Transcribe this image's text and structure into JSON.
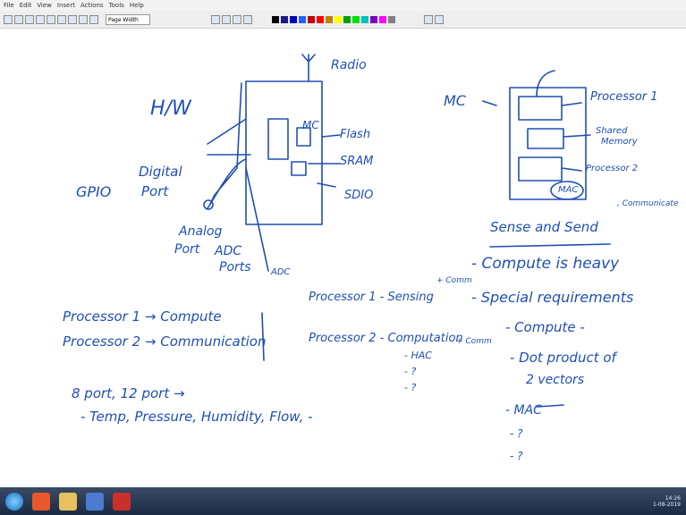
{
  "menu": {
    "items": [
      "File",
      "Edit",
      "View",
      "Insert",
      "Actions",
      "Tools",
      "Help"
    ]
  },
  "toolbar": {
    "page_width": "Page Width",
    "swatch_colors": [
      "#000000",
      "#1a1a80",
      "#0000c0",
      "#2060ff",
      "#c00000",
      "#ff0000",
      "#c08000",
      "#ffff00",
      "#00a000",
      "#00e000",
      "#00c0c0",
      "#8000c0",
      "#ff00ff",
      "#808080"
    ]
  },
  "notes": {
    "hw": "H/W",
    "radio": "Radio",
    "mc_label": "MC",
    "flash": "Flash",
    "sram": "SRAM",
    "sdio": "SDIO",
    "gpio": "GPIO",
    "digital_port_1": "Digital",
    "digital_port_2": "Port",
    "analog_1": "Analog",
    "analog_2": "Port",
    "adc_ports_1": "ADC",
    "adc_ports_2": "Ports",
    "adc": "ADC",
    "mc_right": "MC",
    "processor1": "Processor 1",
    "shared_1": "Shared",
    "shared_2": "Memory",
    "processor2": "Processor 2",
    "mac_box": "MAC",
    "communicate": ", Communicate",
    "sense_send": "Sense and Send",
    "compute_heavy": "- Compute is heavy",
    "special_req": "- Special requirements",
    "compute": "- Compute -",
    "dot_product_1": "- Dot product of",
    "dot_product_2": "2 vectors",
    "mac_list": "- MAC",
    "q1": "- ?",
    "q2": "- ?",
    "proc1_sensing": "Processor 1 - Sensing",
    "comm1": "+ Comm",
    "proc2_comp": "Processor 2 - Computation",
    "comm2": "+ Comm",
    "hac": "- HAC",
    "q3": "- ?",
    "q4": "- ?",
    "left_p1": "Processor 1 → Compute",
    "left_p2": "Processor 2 → Communication",
    "ports": "8 port, 12 port →",
    "sensors": "- Temp, Pressure, Humidity, Flow, -"
  },
  "taskbar": {
    "time": "14:26",
    "date": "1-08-2019"
  }
}
